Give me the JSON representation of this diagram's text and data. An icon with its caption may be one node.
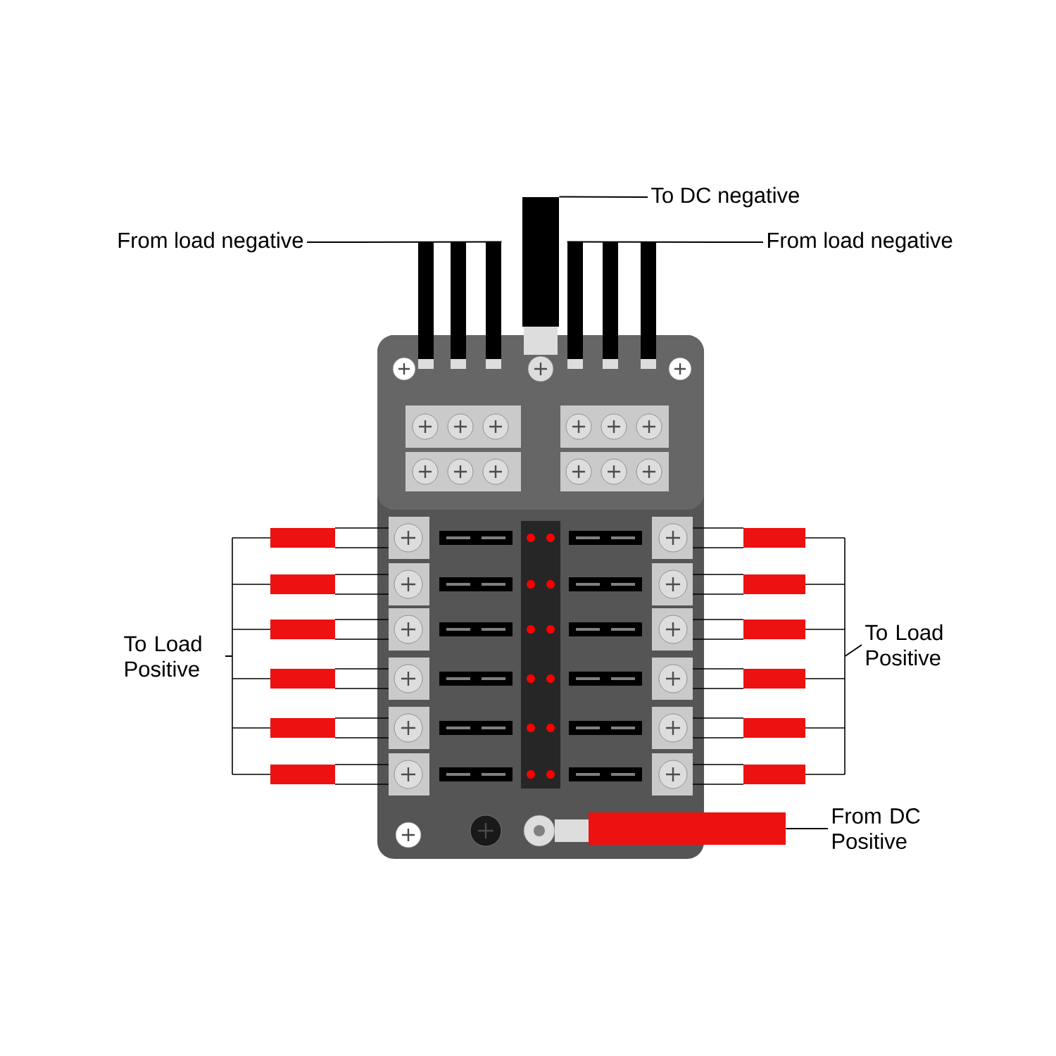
{
  "diagram": {
    "nodes": [
      {
        "text": [
          "To DC negative"
        ]
      },
      {
        "text": [
          "From load negative"
        ]
      },
      {
        "text": [
          "From load negative"
        ]
      },
      {
        "text": [
          "To Load Positive"
        ]
      },
      {
        "text": [
          "To Load Positive"
        ]
      },
      {
        "text": [
          "From DC Positive"
        ]
      },
      {
        "text": [],
        "shape": "picture"
      },
      {
        "text": [],
        "shape": "bar"
      },
      {
        "text": [],
        "shape": "picture"
      },
      {
        "text": [],
        "shape": "picture"
      },
      {
        "text": [],
        "shape": "picture"
      },
      {
        "text": [],
        "shape": "picture"
      },
      {
        "text": [],
        "shape": "bar"
      }
    ],
    "edges": [
      {
        "from": 0,
        "to": 7,
        "arrow": "none"
      },
      {
        "from": 1,
        "to": 8,
        "arrow": "none"
      },
      {
        "from": 2,
        "to": 9,
        "arrow": "none"
      },
      {
        "from": 3,
        "to": 10,
        "arrow": "none"
      },
      {
        "from": 4,
        "to": 11,
        "arrow": "none"
      },
      {
        "from": 5,
        "to": 12,
        "arrow": "none"
      }
    ]
  }
}
